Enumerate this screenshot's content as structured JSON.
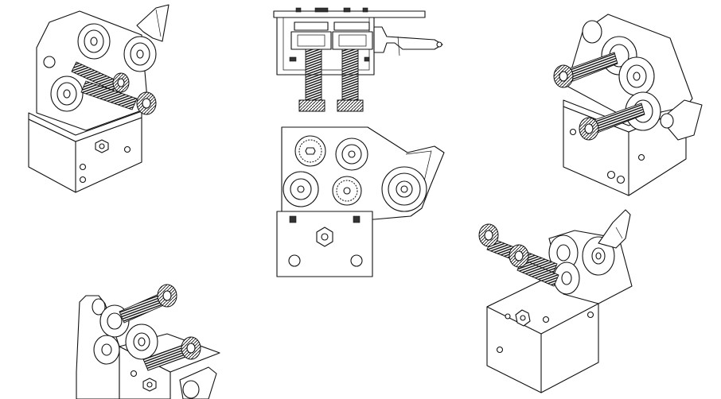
{
  "drawing": {
    "background": "#ffffff",
    "line_color": "#111111",
    "views": [
      {
        "id": "iso-front-left",
        "kind": "isometric"
      },
      {
        "id": "top",
        "kind": "orthographic-top"
      },
      {
        "id": "front",
        "kind": "orthographic-front"
      },
      {
        "id": "iso-back-right",
        "kind": "isometric"
      },
      {
        "id": "iso-bottom-left",
        "kind": "isometric"
      },
      {
        "id": "iso-bottom-right",
        "kind": "isometric"
      }
    ]
  }
}
